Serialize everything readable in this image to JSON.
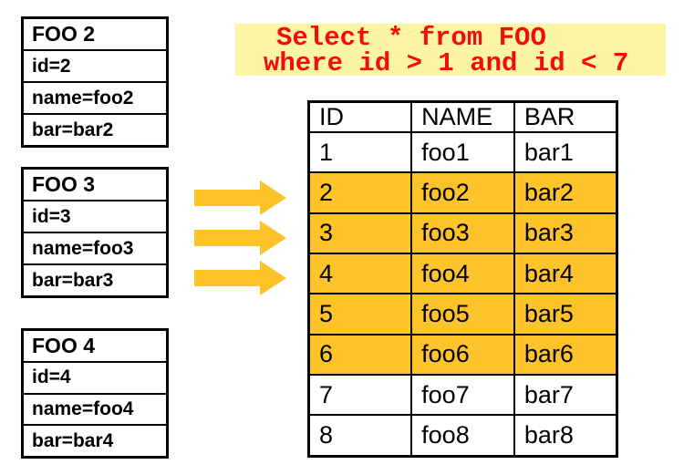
{
  "colors": {
    "highlight": "#FCC32B",
    "arrow": "#FCC32B",
    "query_bg": "#FCF6A4",
    "query_text": "#F20D0D",
    "border": "#000000"
  },
  "query": {
    "lines": [
      "Select * from FOO",
      "where id > 1 and id < 7"
    ]
  },
  "foo_cards": [
    {
      "title": "FOO 2",
      "rows": [
        "id=2",
        "name=foo2",
        "bar=bar2"
      ]
    },
    {
      "title": "FOO 3",
      "rows": [
        "id=3",
        "name=foo3",
        "bar=bar3"
      ]
    },
    {
      "title": "FOO 4",
      "rows": [
        "id=4",
        "name=foo4",
        "bar=bar4"
      ]
    }
  ],
  "arrows": {
    "icon": "right-arrow",
    "count": 3
  },
  "result_table": {
    "columns": [
      "ID",
      "NAME",
      "BAR"
    ],
    "rows": [
      {
        "id": "1",
        "name": "foo1",
        "bar": "bar1",
        "highlighted": false
      },
      {
        "id": "2",
        "name": "foo2",
        "bar": "bar2",
        "highlighted": true
      },
      {
        "id": "3",
        "name": "foo3",
        "bar": "bar3",
        "highlighted": true
      },
      {
        "id": "4",
        "name": "foo4",
        "bar": "bar4",
        "highlighted": true
      },
      {
        "id": "5",
        "name": "foo5",
        "bar": "bar5",
        "highlighted": true
      },
      {
        "id": "6",
        "name": "foo6",
        "bar": "bar6",
        "highlighted": true
      },
      {
        "id": "7",
        "name": "foo7",
        "bar": "bar7",
        "highlighted": false
      },
      {
        "id": "8",
        "name": "foo8",
        "bar": "bar8",
        "highlighted": false
      }
    ]
  }
}
